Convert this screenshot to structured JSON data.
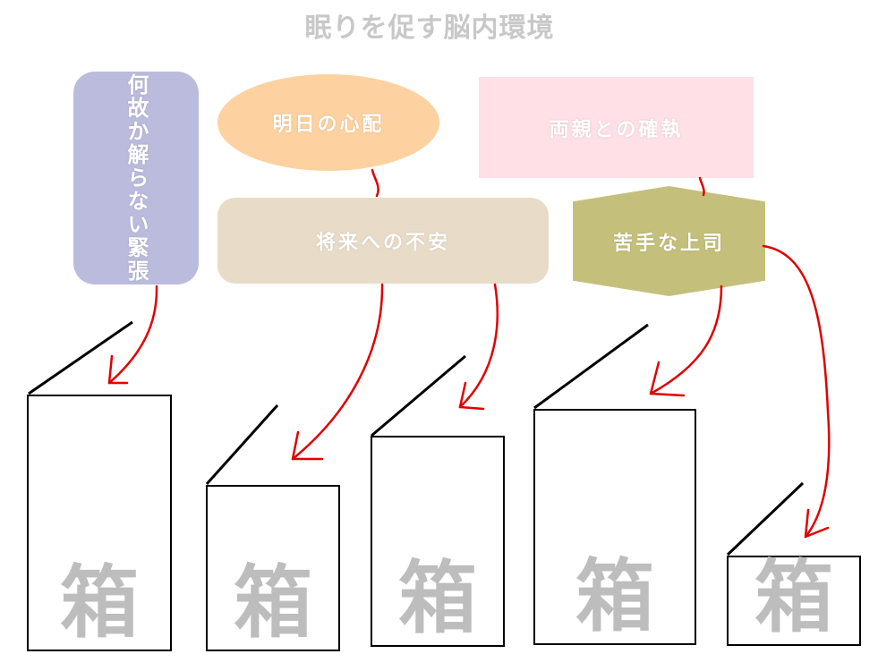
{
  "title": "眠りを促す脳内環境",
  "nodes": {
    "tension": "何故か解らない緊張",
    "tomorrow": "明日の心配",
    "parents": "両親との確執",
    "future": "将来への不安",
    "boss": "苦手な上司"
  },
  "box_label": "箱",
  "colors": {
    "arrow": "#e00000",
    "tension": "#bbbbdd",
    "tomorrow": "#fdd2a0",
    "parents": "#fee0e6",
    "future": "#e8dcc8",
    "boss": "#c4c07c"
  }
}
